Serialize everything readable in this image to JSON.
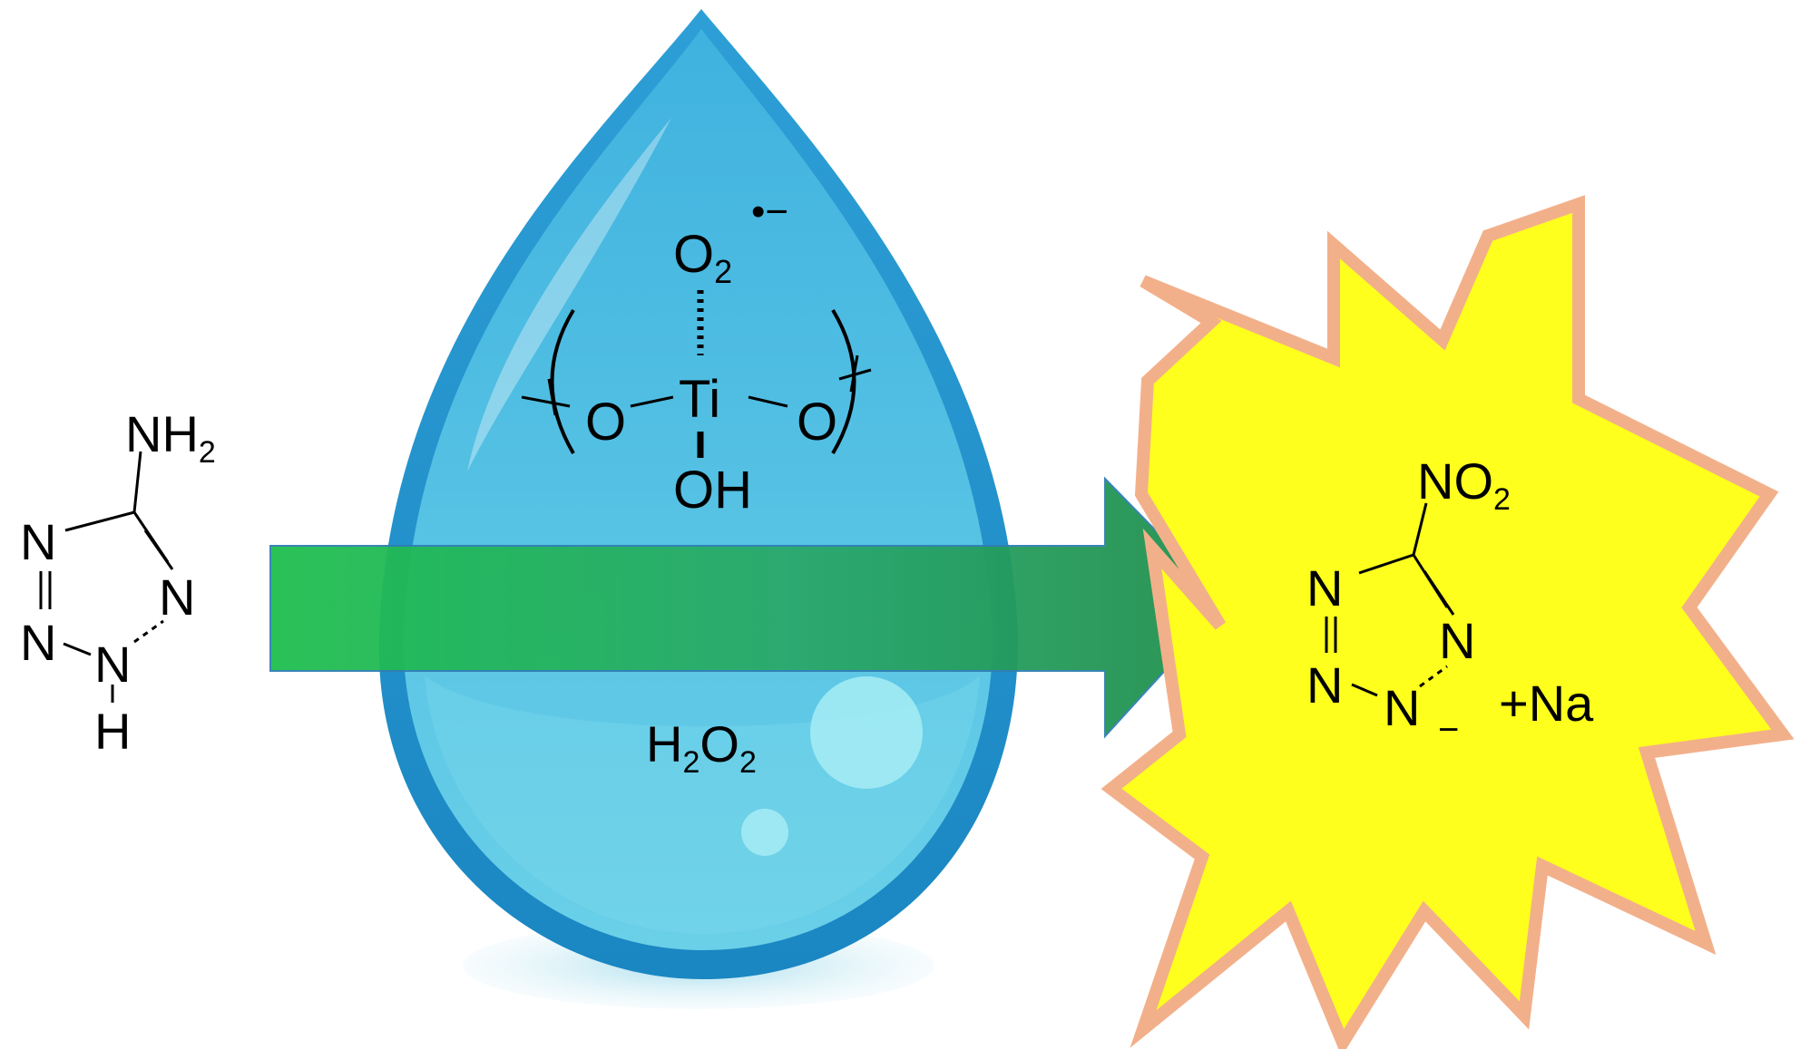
{
  "reactant": {
    "substituent": "NH",
    "substituent_sub": "2",
    "ring_n1": "N",
    "ring_n2": "N",
    "ring_n3": "N",
    "ring_n4": "N",
    "ring_h": "H"
  },
  "catalyst": {
    "peroxo": "O",
    "peroxo_sub": "2",
    "radical": "•−",
    "metal": "Ti",
    "left_oxygen": "O",
    "right_oxygen": "O",
    "hydroxyl": "OH"
  },
  "oxidant": {
    "h": "H",
    "h_sub": "2",
    "o": "O",
    "o_sub": "2"
  },
  "product": {
    "substituent": "NO",
    "substituent_sub": "2",
    "ring_n1": "N",
    "ring_n2": "N",
    "ring_n3": "N",
    "ring_n4": "N",
    "charge": "−",
    "counter_ion": "+Na"
  },
  "colors": {
    "drop_outer": "#1d8fc9",
    "drop_inner": "#55c3e3",
    "arrow": "#27b15a",
    "burst_fill": "#ffff1e",
    "burst_stroke": "#f2b08a"
  }
}
